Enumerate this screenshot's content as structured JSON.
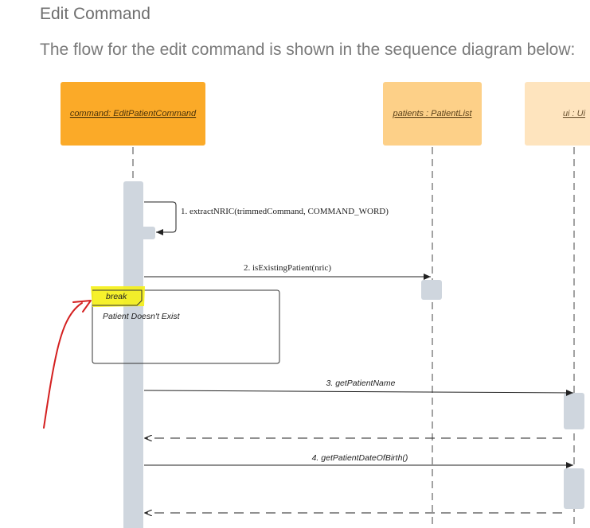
{
  "section_title": "Edit Command",
  "intro_text": "The flow for the edit command is shown in the sequence diagram below:",
  "diagram": {
    "lifelines": [
      {
        "name": "command: EditPatientCommand"
      },
      {
        "name": "patients : PatientList"
      },
      {
        "name": "ui : Ui"
      }
    ],
    "messages": [
      {
        "label": "1. extractNRIC(trimmedCommand, COMMAND_WORD)"
      },
      {
        "label": "2. isExistingPatient(nric)"
      },
      {
        "label": "3. getPatientName"
      },
      {
        "label": "4. getPatientDateOfBirth()"
      }
    ],
    "fragment": {
      "operator": "break",
      "guard": "Patient Doesn't Exist"
    }
  },
  "colors": {
    "lifeline_1": "#fbaa28",
    "lifeline_2": "#fdd088",
    "lifeline_3": "#fee4be",
    "activation": "#cfd6de",
    "highlight": "#f5f01a",
    "annotation": "#d42020"
  }
}
